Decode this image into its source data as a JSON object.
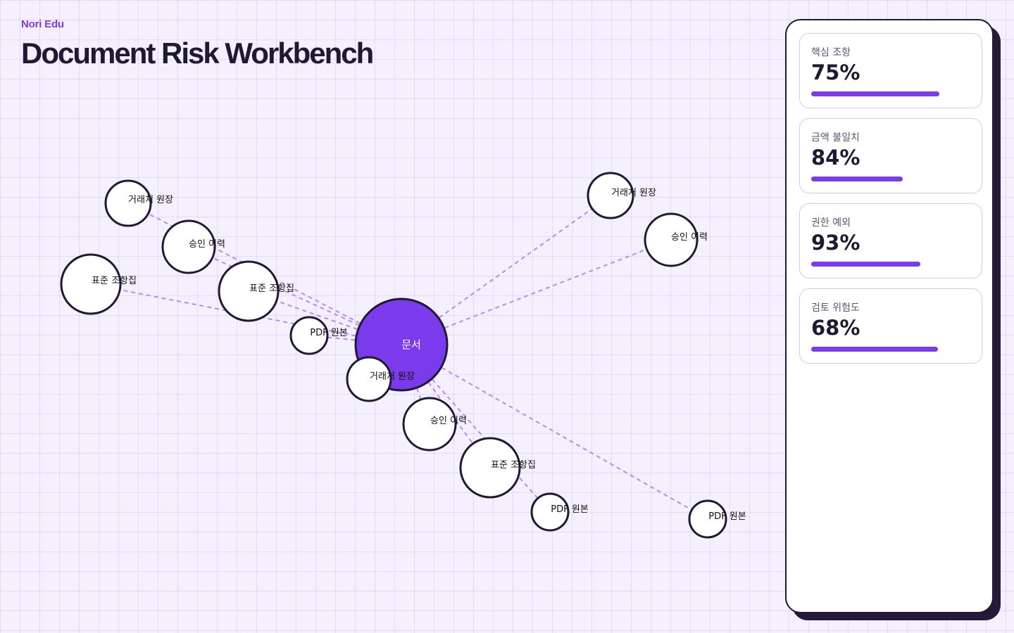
{
  "header": {
    "brand": "Nori Edu",
    "title": "Document Risk Workbench"
  },
  "graph": {
    "hub": "문서",
    "nodes": [
      {
        "id": "n1",
        "label": "거래처 원장"
      },
      {
        "id": "n2",
        "label": "승인 이력"
      },
      {
        "id": "n3",
        "label": "표준 조항집"
      },
      {
        "id": "n4",
        "label": "표준 조항집"
      },
      {
        "id": "n5",
        "label": "PDF 원본"
      },
      {
        "id": "n6",
        "label": "거래처 원장"
      },
      {
        "id": "n7",
        "label": "승인 이력"
      },
      {
        "id": "n8",
        "label": "거래처 원장"
      },
      {
        "id": "n9",
        "label": "승인 이력"
      },
      {
        "id": "n10",
        "label": "표준 조항집"
      },
      {
        "id": "n11",
        "label": "PDF 원본"
      },
      {
        "id": "n12",
        "label": "PDF 원본"
      }
    ]
  },
  "metrics": [
    {
      "label": "핵심 조항",
      "value": "75%",
      "fill": 0.8
    },
    {
      "label": "금액 불일치",
      "value": "84%",
      "fill": 0.57
    },
    {
      "label": "권한 예외",
      "value": "93%",
      "fill": 0.68
    },
    {
      "label": "검토 위험도",
      "value": "68%",
      "fill": 0.79
    }
  ],
  "colors": {
    "accent": "#7c3aed",
    "ink": "#1e1a33",
    "edge": "#b48cf2"
  }
}
